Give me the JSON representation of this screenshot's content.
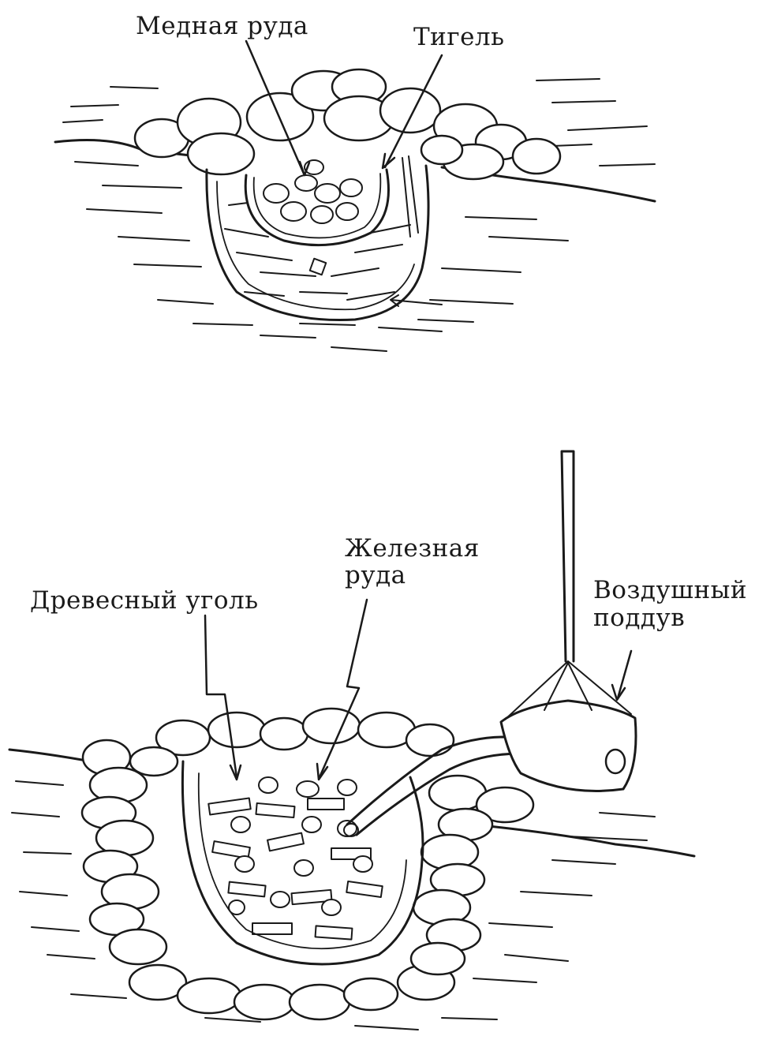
{
  "top_furnace": {
    "copper_ore_label": "Медная руда",
    "crucible_label": "Тигель"
  },
  "bottom_furnace": {
    "iron_ore_label_line1": "Железная",
    "iron_ore_label_line2": "руда",
    "charcoal_label": "Древесный уголь",
    "bellows_label_line1": "Воздушный",
    "bellows_label_line2": "поддув"
  },
  "colors": {
    "ink": "#1a1a1a",
    "paper": "#ffffff"
  }
}
